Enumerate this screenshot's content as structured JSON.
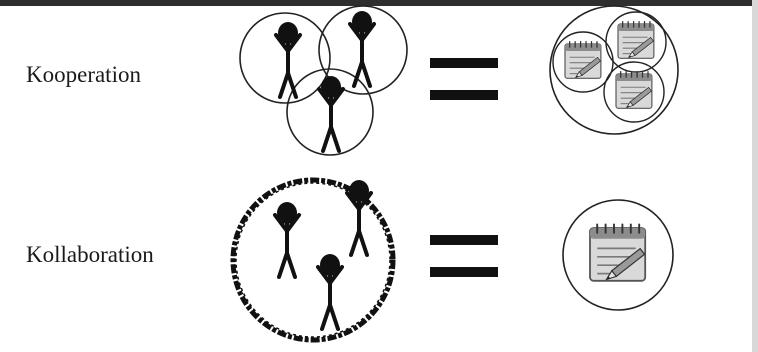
{
  "rows": [
    {
      "label": "Kooperation",
      "people_groups": "separate-circles",
      "tasks": "three-separate-notepads",
      "relation": "equals"
    },
    {
      "label": "Kollaboration",
      "people_groups": "shared-circle",
      "tasks": "one-shared-notepad",
      "relation": "equals"
    }
  ],
  "icons": [
    "stick-figure-icon",
    "notepad-pencil-icon",
    "equals-sign-icon"
  ],
  "colors": {
    "ink": "#111111",
    "background": "#ffffff",
    "notepad_fill": "#d9d9d9"
  }
}
